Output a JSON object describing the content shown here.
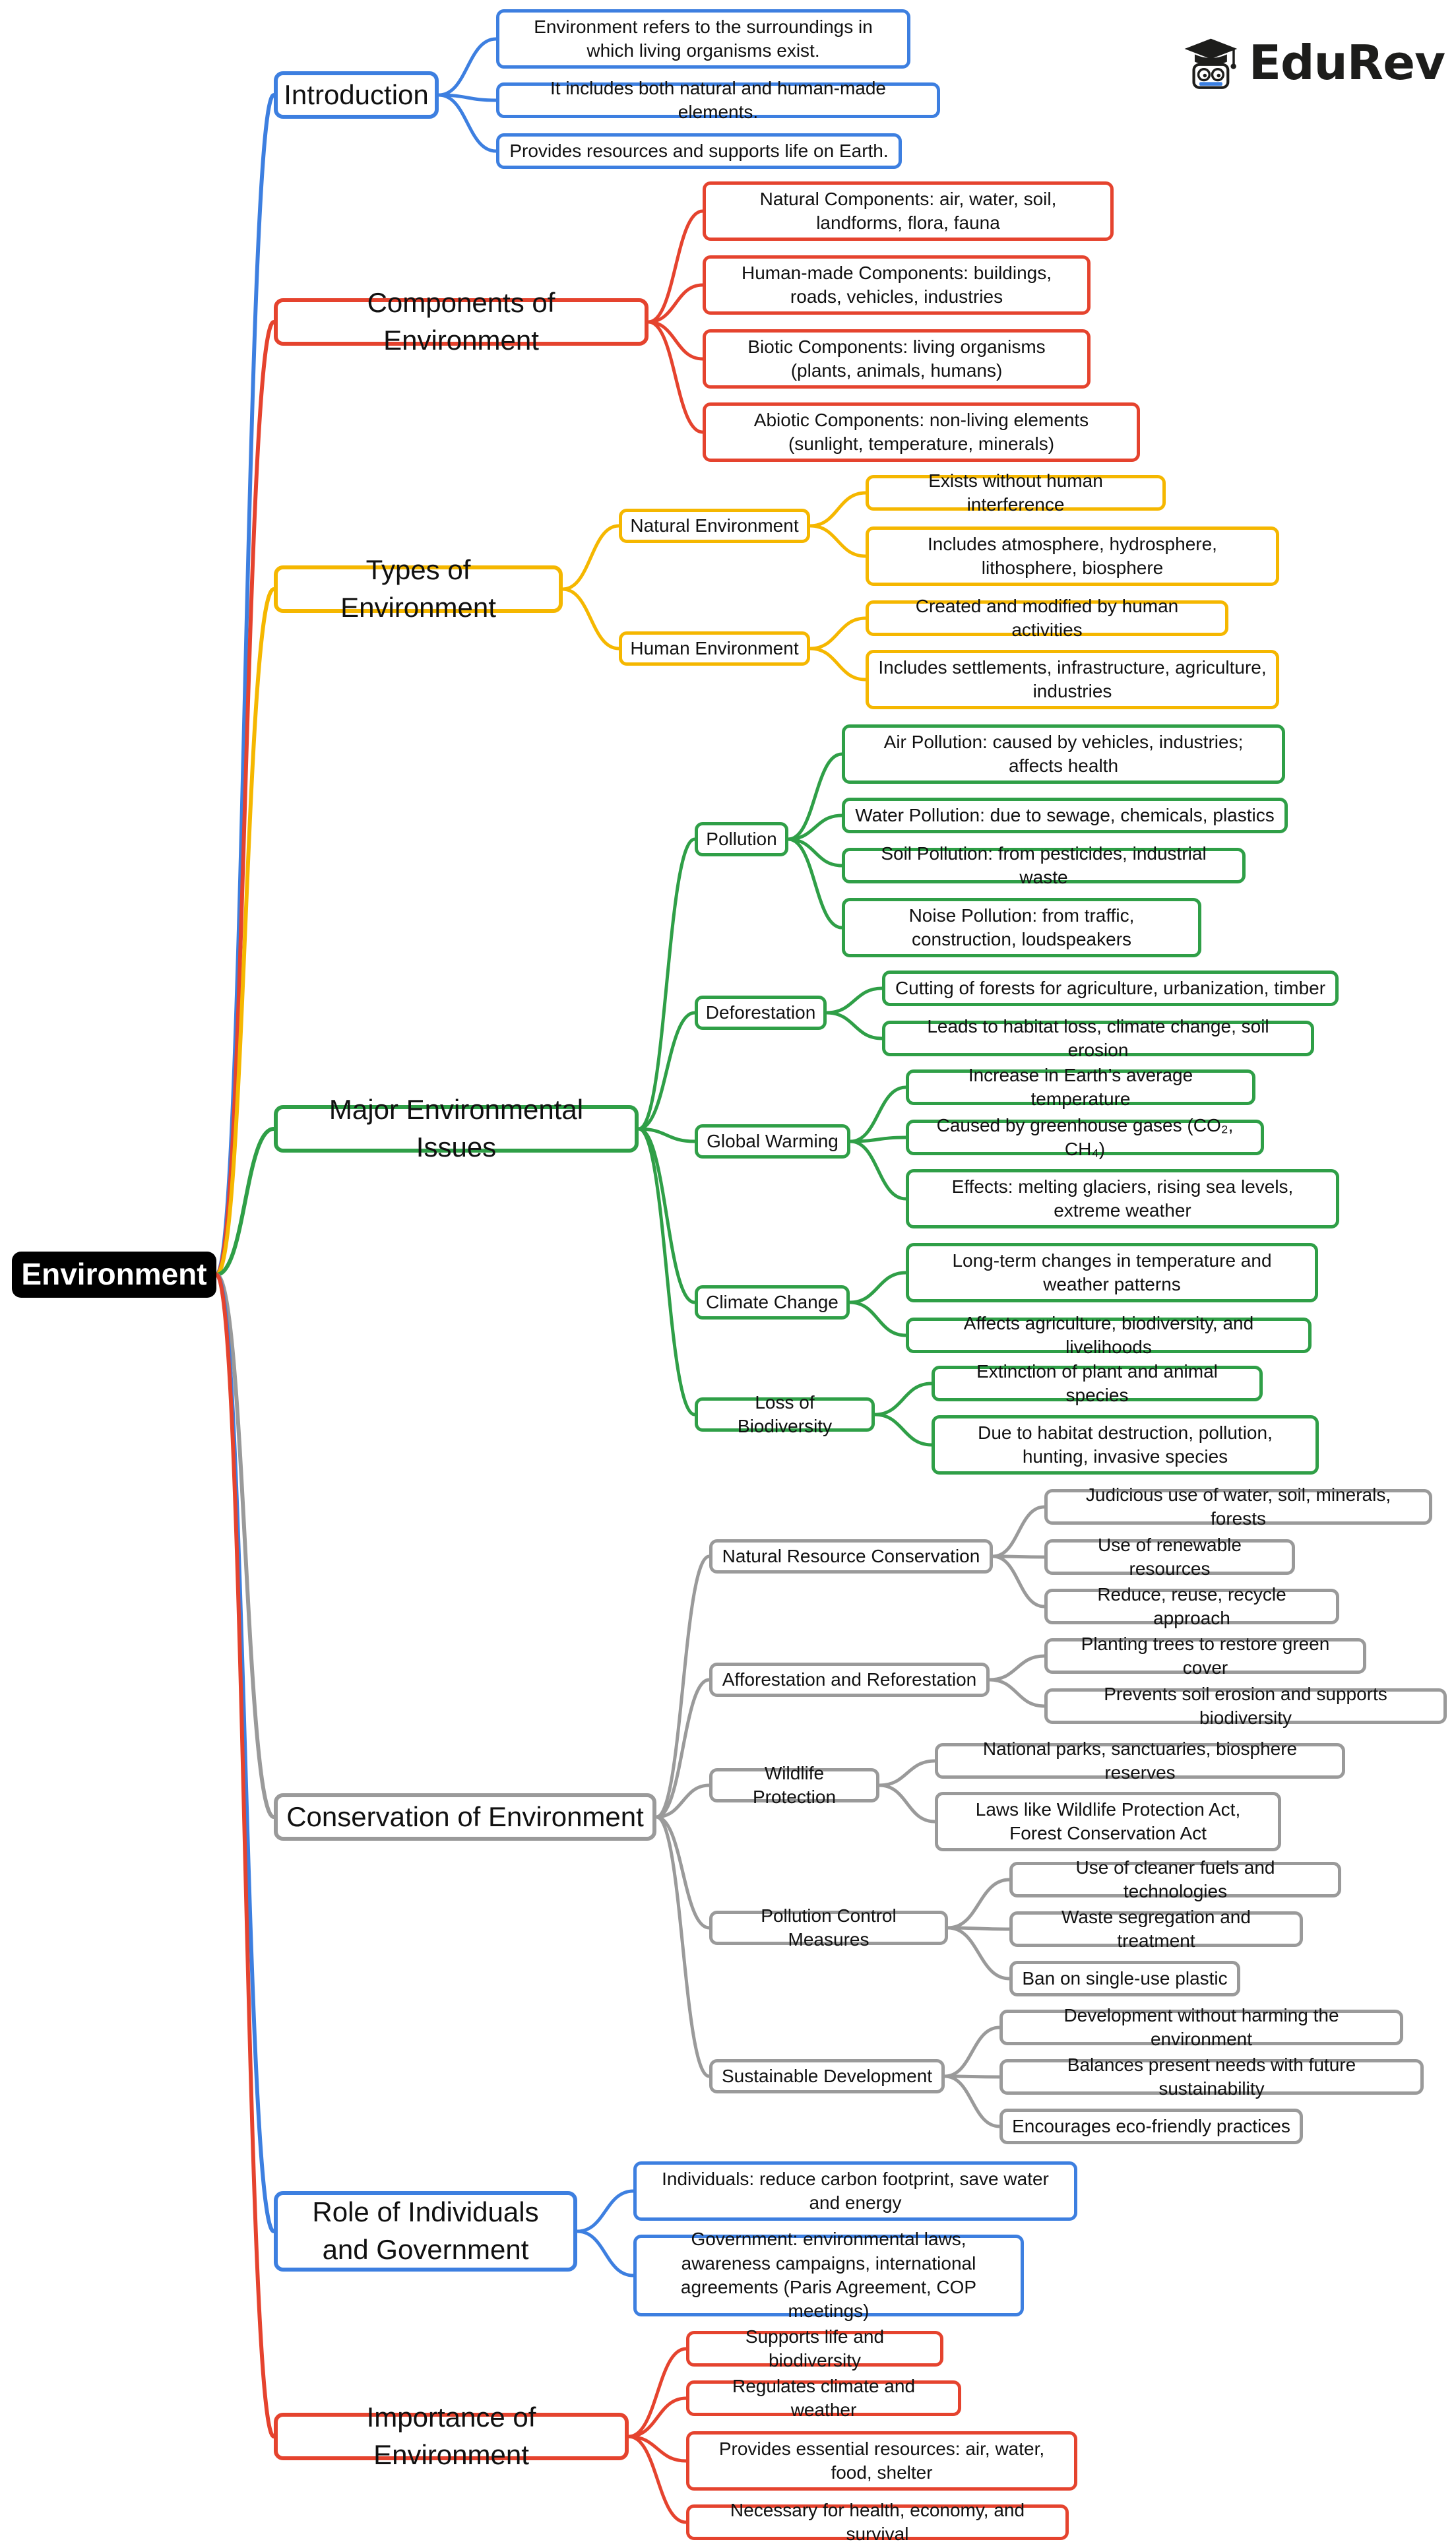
{
  "brand": {
    "name": "EduRev",
    "logo_icon": "graduation-cap-mascot-icon"
  },
  "colors": {
    "introduction": "#3d7fe0",
    "components": "#e5432e",
    "types": "#f5b700",
    "issues": "#2f9f47",
    "conservation": "#9a9a9a",
    "role": "#3d7fe0",
    "importance": "#e5432e",
    "root_bg": "#000000"
  },
  "root": {
    "label": "Environment"
  },
  "branches": [
    {
      "id": "introduction",
      "label": "Introduction",
      "color": "introduction",
      "children": [
        {
          "label": "Environment refers to the surroundings in which living organisms exist."
        },
        {
          "label": "It includes both natural and human-made elements."
        },
        {
          "label": "Provides resources and supports life on Earth."
        }
      ]
    },
    {
      "id": "components",
      "label": "Components of Environment",
      "color": "components",
      "children": [
        {
          "label": "Natural Components: air, water, soil, landforms, flora, fauna"
        },
        {
          "label": "Human-made Components: buildings, roads, vehicles, industries"
        },
        {
          "label": "Biotic Components: living organisms (plants, animals, humans)"
        },
        {
          "label": "Abiotic Components: non-living elements (sunlight, temperature, minerals)"
        }
      ]
    },
    {
      "id": "types",
      "label": "Types of Environment",
      "color": "types",
      "children": [
        {
          "label": "Natural Environment",
          "children": [
            {
              "label": "Exists without human interference"
            },
            {
              "label": "Includes atmosphere, hydrosphere, lithosphere, biosphere"
            }
          ]
        },
        {
          "label": "Human Environment",
          "children": [
            {
              "label": "Created and modified by human activities"
            },
            {
              "label": "Includes settlements, infrastructure, agriculture, industries"
            }
          ]
        }
      ]
    },
    {
      "id": "issues",
      "label": "Major Environmental Issues",
      "color": "issues",
      "children": [
        {
          "label": "Pollution",
          "children": [
            {
              "label": "Air Pollution: caused by vehicles, industries; affects health"
            },
            {
              "label": "Water Pollution: due to sewage, chemicals, plastics"
            },
            {
              "label": "Soil Pollution: from pesticides, industrial waste"
            },
            {
              "label": "Noise Pollution: from traffic, construction, loudspeakers"
            }
          ]
        },
        {
          "label": "Deforestation",
          "children": [
            {
              "label": "Cutting of forests for agriculture, urbanization, timber"
            },
            {
              "label": "Leads to habitat loss, climate change, soil erosion"
            }
          ]
        },
        {
          "label": "Global Warming",
          "children": [
            {
              "label": "Increase in Earth’s average temperature"
            },
            {
              "label": "Caused by greenhouse gases (CO₂, CH₄)"
            },
            {
              "label": "Effects: melting glaciers, rising sea levels, extreme weather"
            }
          ]
        },
        {
          "label": "Climate Change",
          "children": [
            {
              "label": "Long-term changes in temperature and weather patterns"
            },
            {
              "label": "Affects agriculture, biodiversity, and livelihoods"
            }
          ]
        },
        {
          "label": "Loss of Biodiversity",
          "children": [
            {
              "label": "Extinction of plant and animal species"
            },
            {
              "label": "Due to habitat destruction, pollution, hunting, invasive species"
            }
          ]
        }
      ]
    },
    {
      "id": "conservation",
      "label": "Conservation of Environment",
      "color": "conservation",
      "children": [
        {
          "label": "Natural Resource Conservation",
          "children": [
            {
              "label": "Judicious use of water, soil, minerals, forests"
            },
            {
              "label": "Use of renewable resources"
            },
            {
              "label": "Reduce, reuse, recycle approach"
            }
          ]
        },
        {
          "label": "Afforestation and Reforestation",
          "children": [
            {
              "label": "Planting trees to restore green cover"
            },
            {
              "label": "Prevents soil erosion and supports biodiversity"
            }
          ]
        },
        {
          "label": "Wildlife Protection",
          "children": [
            {
              "label": "National parks, sanctuaries, biosphere reserves"
            },
            {
              "label": "Laws like Wildlife Protection Act, Forest Conservation Act"
            }
          ]
        },
        {
          "label": "Pollution Control Measures",
          "children": [
            {
              "label": "Use of cleaner fuels and technologies"
            },
            {
              "label": "Waste segregation and treatment"
            },
            {
              "label": "Ban on single-use plastic"
            }
          ]
        },
        {
          "label": "Sustainable Development",
          "children": [
            {
              "label": "Development without harming the environment"
            },
            {
              "label": "Balances present needs with future sustainability"
            },
            {
              "label": "Encourages eco-friendly practices"
            }
          ]
        }
      ]
    },
    {
      "id": "role",
      "label": "Role of Individuals and Government",
      "color": "role",
      "children": [
        {
          "label": "Individuals: reduce carbon footprint, save water and energy"
        },
        {
          "label": "Government: environmental laws, awareness campaigns, international agreements (Paris Agreement, COP meetings)"
        }
      ]
    },
    {
      "id": "importance",
      "label": "Importance of Environment",
      "color": "importance",
      "children": [
        {
          "label": "Supports life and biodiversity"
        },
        {
          "label": "Regulates climate and weather"
        },
        {
          "label": "Provides essential resources: air, water, food, shelter"
        },
        {
          "label": "Necessary for health, economy, and survival"
        }
      ]
    }
  ]
}
